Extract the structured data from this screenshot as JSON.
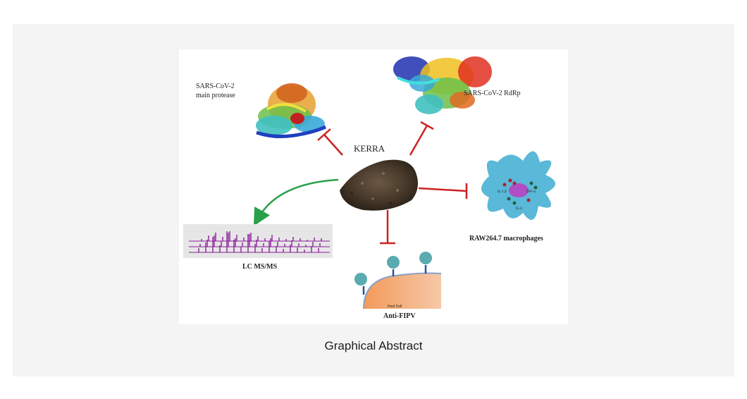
{
  "figure": {
    "center_label": "KERRA",
    "labels": {
      "main_protease_line1": "SARS-CoV-2",
      "main_protease_line2": "main protease",
      "rdrp": "SARS-CoV-2 RdRp",
      "macrophages": "RAW264.7 macrophages",
      "lcms": "LC MS/MS",
      "fipv": "Anti-FIPV",
      "host_cell": "Host Cell",
      "il1b": "IL-1 β",
      "tnfa": "TNF-α",
      "il6": "IL-6"
    },
    "colors": {
      "inhibit": "#cc2222",
      "activate": "#2aa04a",
      "powder": "#4a3b2c",
      "macrophage": "#5ab8d8",
      "nucleus": "#b04fc4",
      "spectrum": "#8a1d9a",
      "cell_fill": "#f4a070",
      "virus": "#5aaab0"
    }
  },
  "caption": "Graphical Abstract"
}
